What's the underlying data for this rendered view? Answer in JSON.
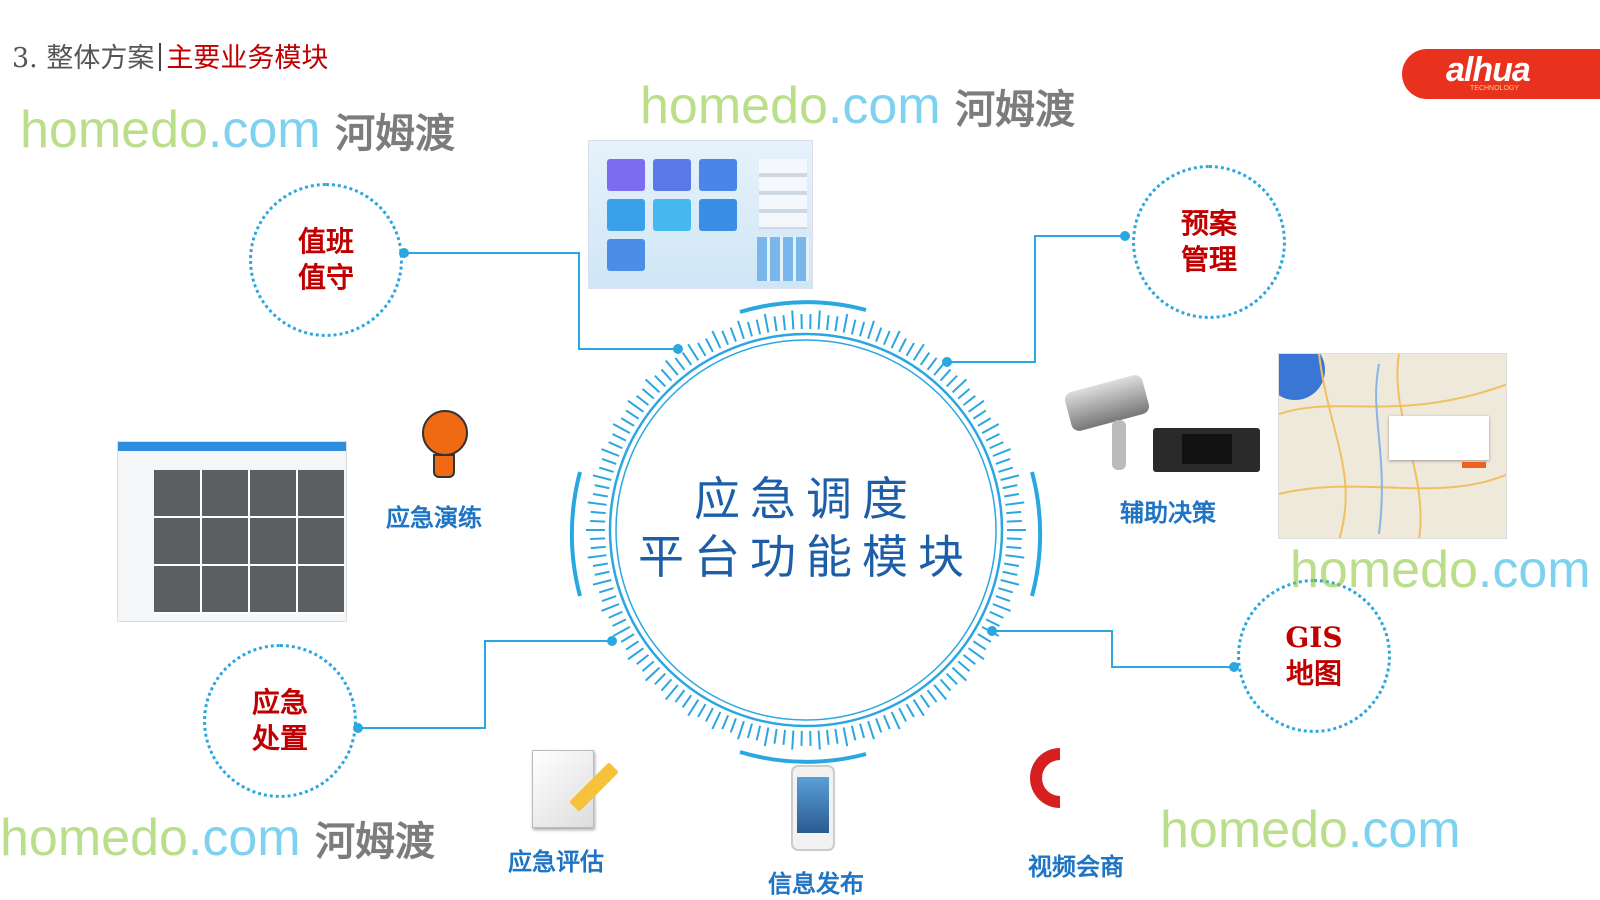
{
  "header": {
    "section": "3. 整体方案",
    "subtitle": "主要业务模块"
  },
  "logo": {
    "brand": "alhua",
    "tagline": "TECHNOLOGY"
  },
  "center": {
    "line1": "应急调度",
    "line2": "平台功能模块"
  },
  "modules": {
    "duty": [
      "值班",
      "值守"
    ],
    "plan": [
      "预案",
      "管理"
    ],
    "handling": [
      "应急",
      "处置"
    ],
    "gis": [
      "GIS",
      "地图"
    ],
    "drill": "应急演练",
    "decision": "辅助决策",
    "assessment": "应急评估",
    "publish": "信息发布",
    "video": "视频会商"
  },
  "watermark": {
    "site": "homedo",
    "domain": ".com",
    "cn": "河姆渡"
  },
  "colors": {
    "accent": "#2aa7e0",
    "title_red": "#c00000",
    "label_blue": "#1f74c4",
    "logo_red": "#e8321e"
  }
}
